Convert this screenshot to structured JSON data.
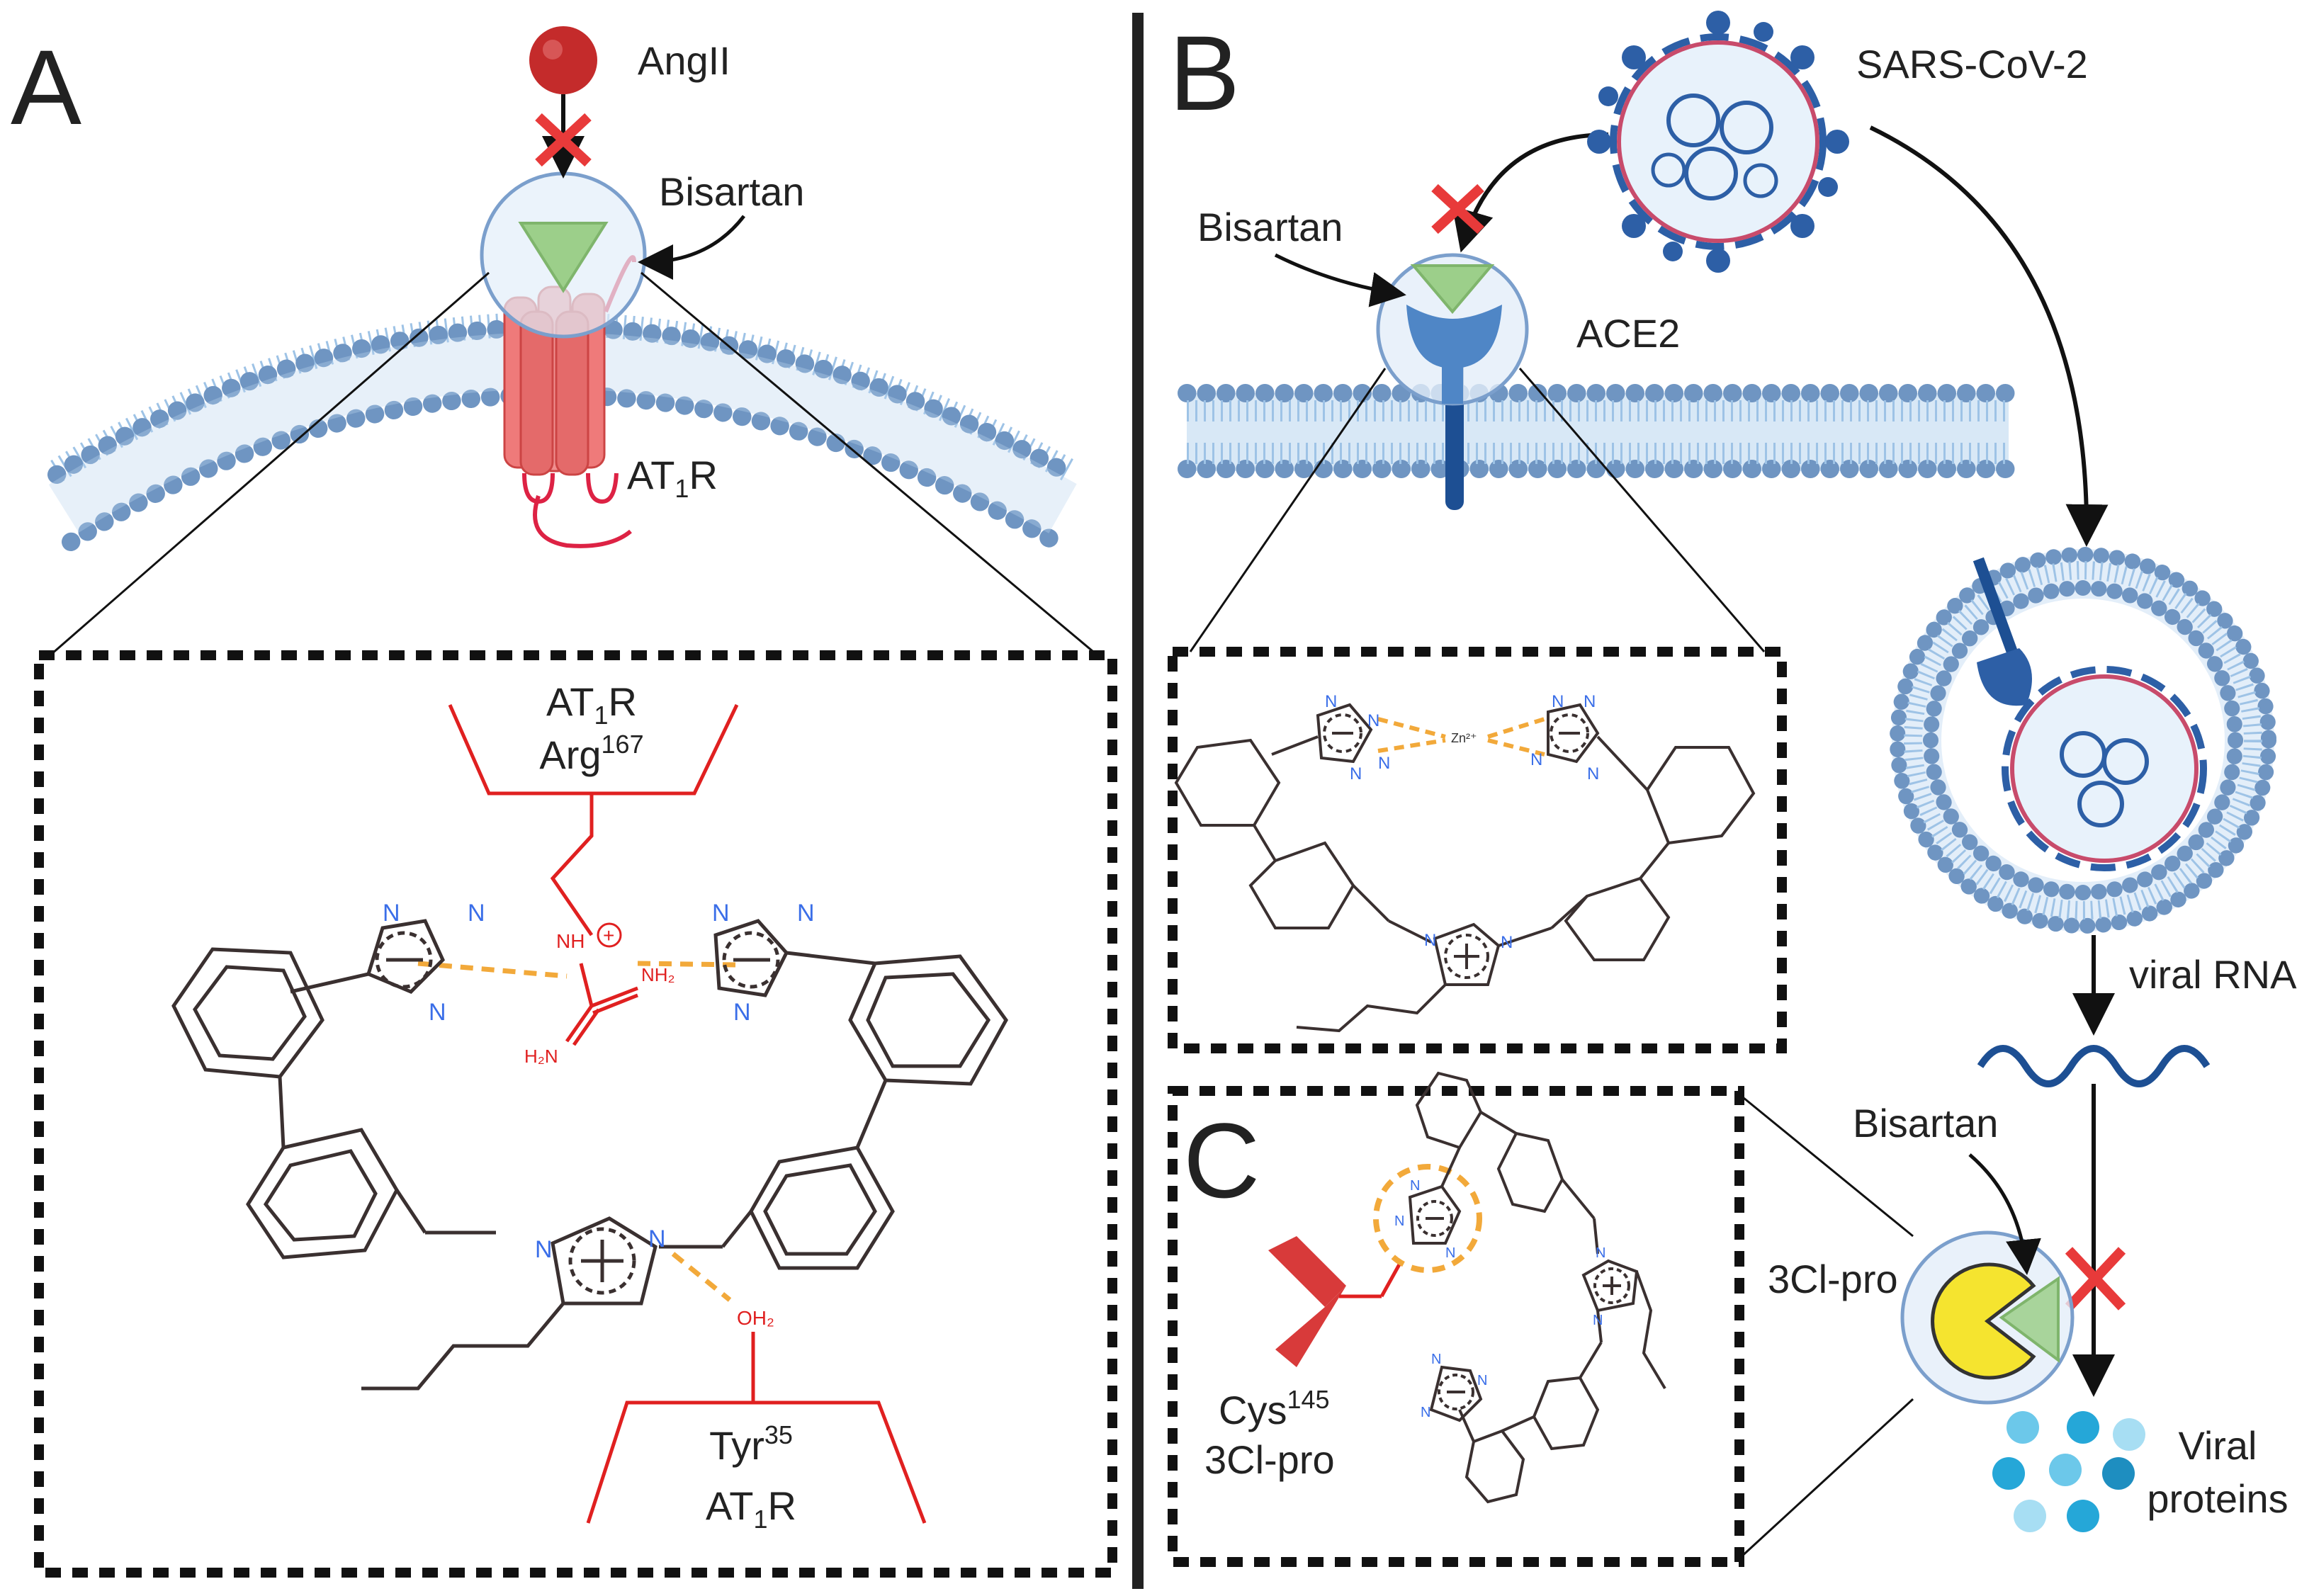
{
  "panels": {
    "A": {
      "letter": "A",
      "ligand": "AngII",
      "drug": "Bisartan",
      "receptor_base": "AT",
      "receptor_sub": "1",
      "receptor_tail": "R",
      "site_top_receptor_base": "AT",
      "site_top_receptor_sub": "1",
      "site_top_receptor_tail": "R",
      "site_top_residue_base": "Arg",
      "site_top_residue_sup": "167",
      "site_bottom_residue_base": "Tyr",
      "site_bottom_residue_sup": "35",
      "site_bottom_receptor_base": "AT",
      "site_bottom_receptor_sub": "1",
      "site_bottom_receptor_tail": "R",
      "guanidinium_nh": "NH",
      "guanidinium_nh2_right": "NH₂",
      "guanidinium_nh2_left": "H₂N",
      "water": "OH₂",
      "plus_sign": "+",
      "nitrogen": "N"
    },
    "B": {
      "letter": "B",
      "virus": "SARS-CoV-2",
      "drug": "Bisartan",
      "receptor": "ACE2",
      "zinc": "Zn²⁺",
      "viral_rna": "viral RNA",
      "viral_proteins_line1": "Viral",
      "viral_proteins_line2": "proteins",
      "protease": "3Cl-pro",
      "drug_protease": "Bisartan",
      "nitrogen": "N"
    },
    "C": {
      "letter": "C",
      "residue_base": "Cys",
      "residue_sup": "145",
      "residue_protein": "3Cl-pro",
      "nitrogen": "N"
    }
  },
  "colors": {
    "membrane_head": "#6f95c2",
    "membrane_tail": "#9ec3e6",
    "receptor": "#ef7a7a",
    "agonist": "#c42b2b",
    "block": "#e83a3a",
    "drug": "#9ccf8a",
    "ace2": "#4f86c6",
    "virus_spike": "#2d5fa6",
    "hbond": "#f2a93a",
    "residue": "#e02020",
    "nitrogen": "#3a6ee8",
    "protease": "#f5e42f",
    "protein_dots": "#25a7d8",
    "bond": "#3a3030"
  },
  "icons": [
    "block-x-icon",
    "membrane-icon",
    "gpcr-icon",
    "virus-icon",
    "ace2-receptor-icon",
    "endosome-icon",
    "rna-icon",
    "pacman-protease-icon",
    "cysteine-icon"
  ]
}
